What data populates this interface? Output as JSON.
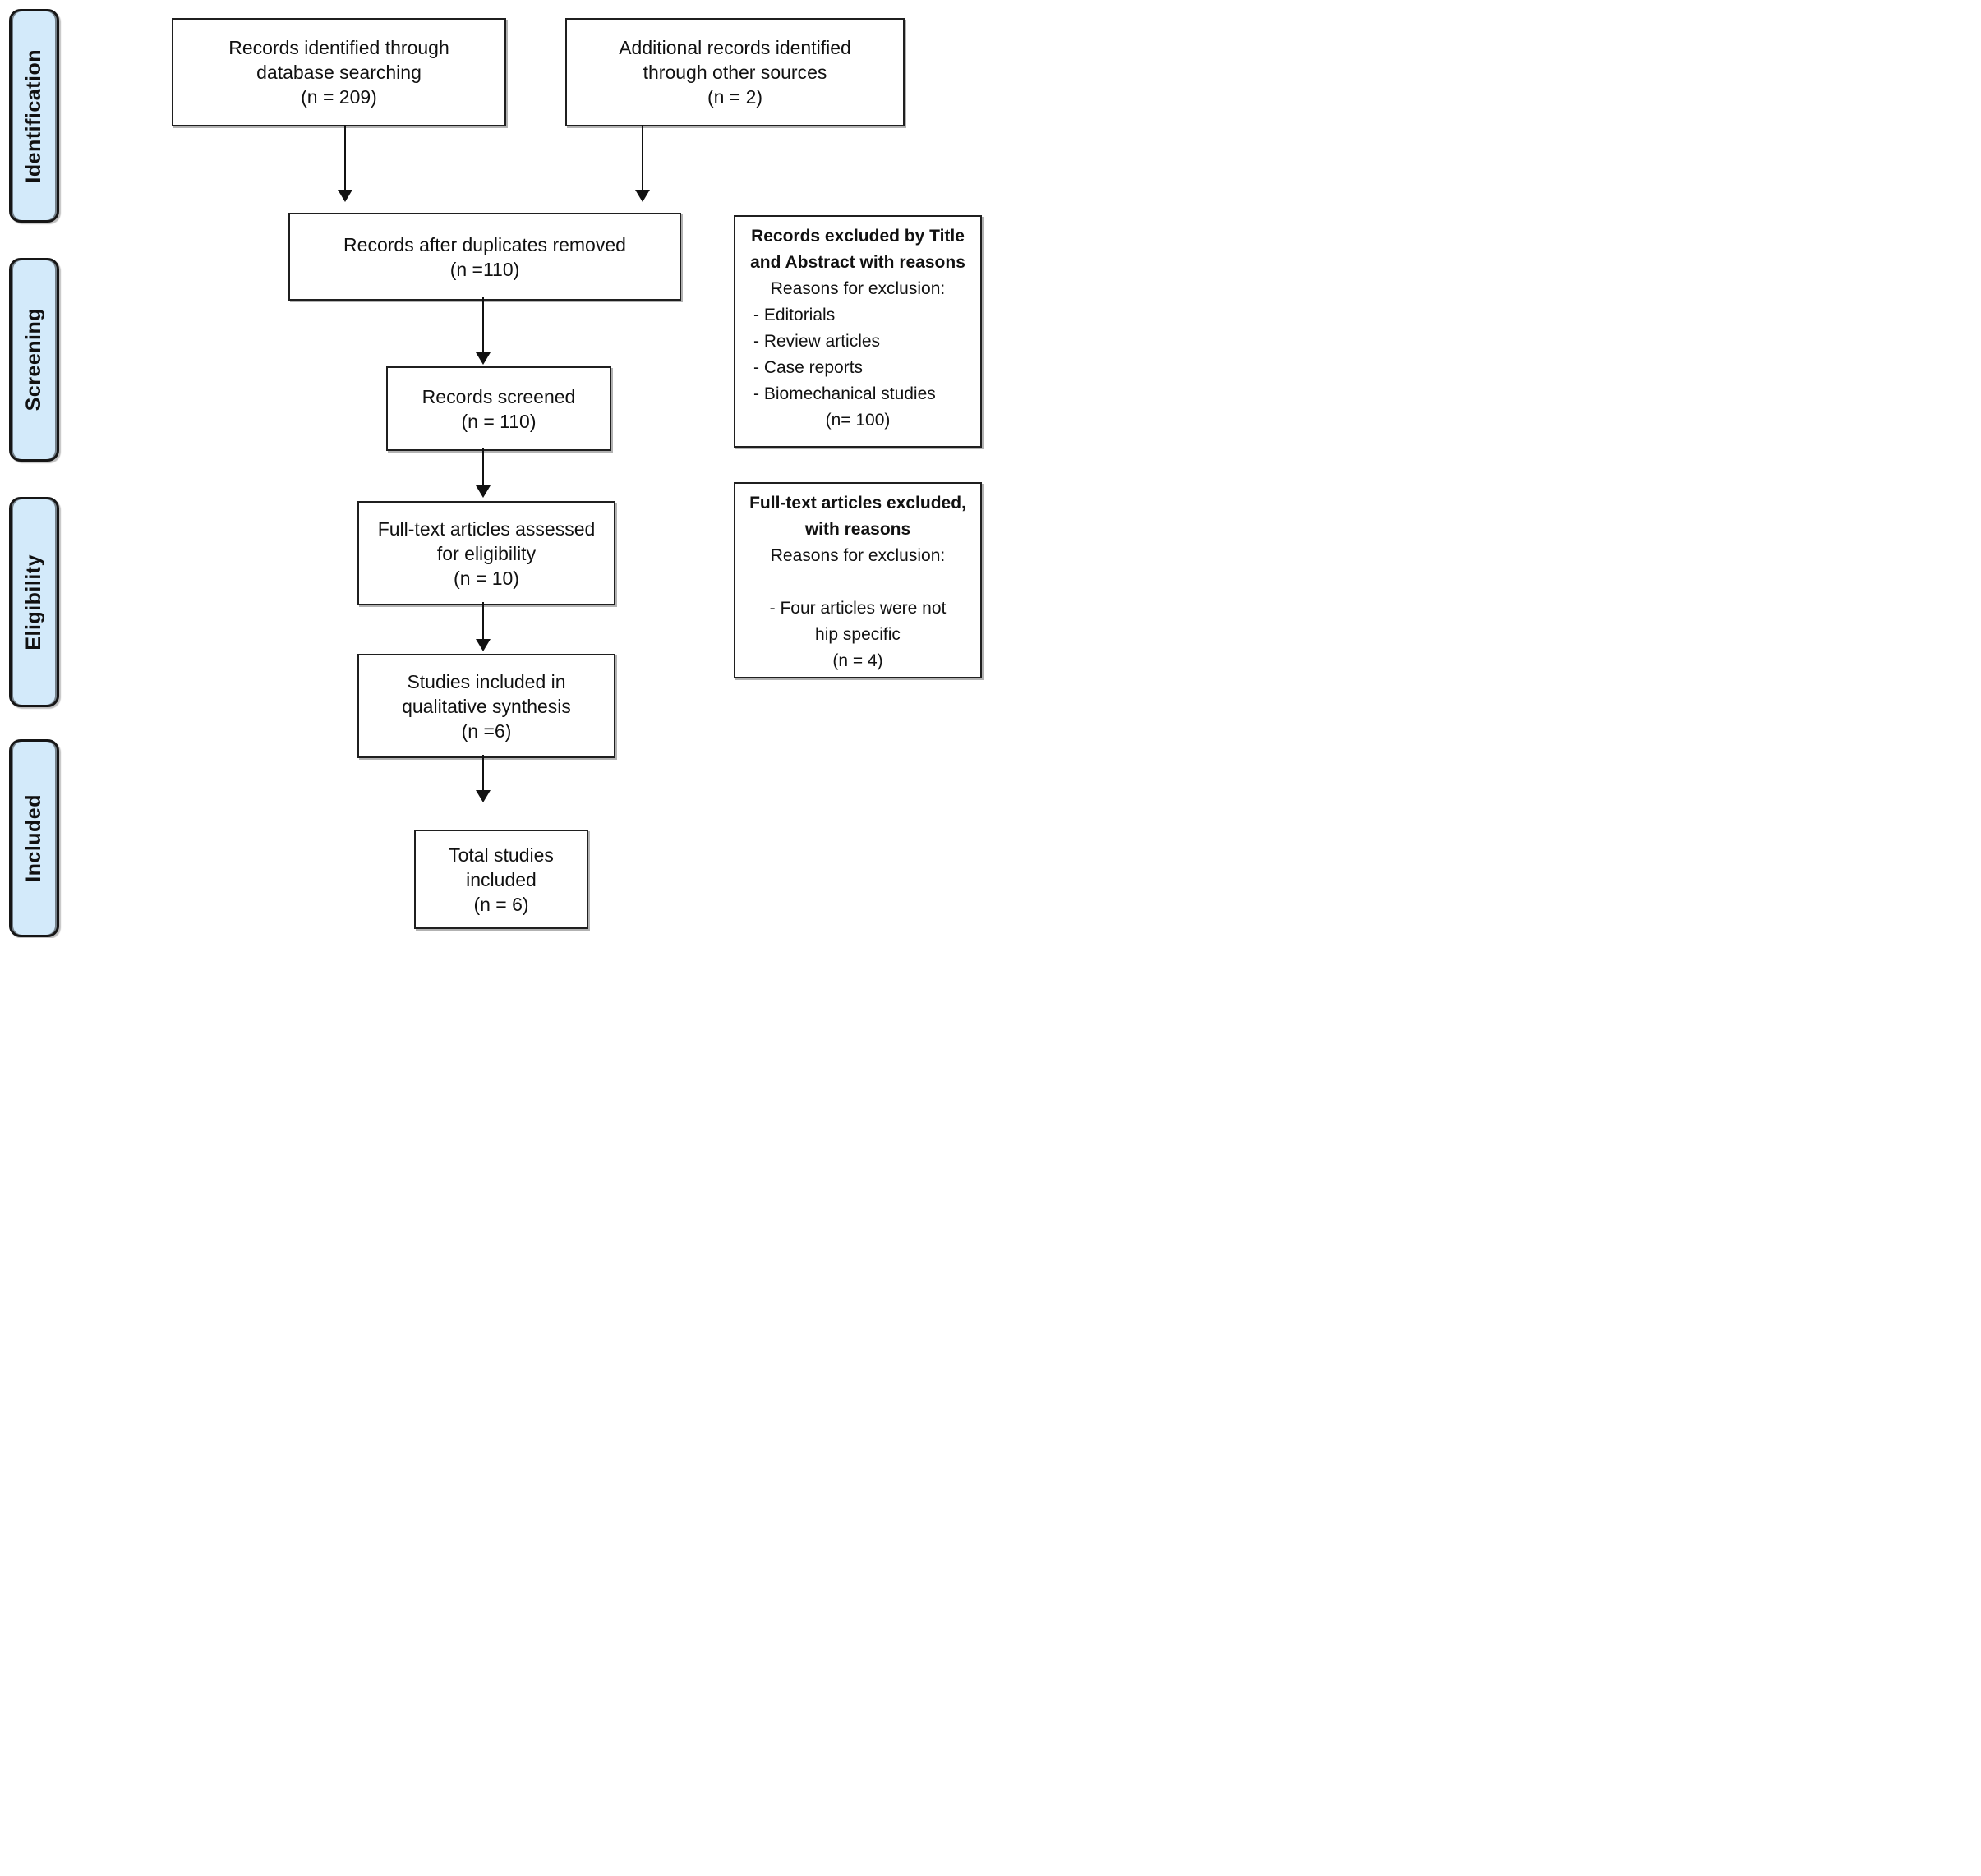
{
  "colors": {
    "stage_fill": "#d3eafa",
    "box_border": "#1f1f1f",
    "arrow": "#111111",
    "background": "#ffffff"
  },
  "sidebar": {
    "stages": [
      "Identification",
      "Screening",
      "Eligibility",
      "Included"
    ]
  },
  "flow": {
    "identified": {
      "lines": [
        "Records identified through",
        "database searching",
        "(n = 209)"
      ]
    },
    "additional": {
      "lines": [
        "Additional records identified",
        "through other sources",
        "(n = 2)"
      ]
    },
    "deduped": {
      "lines": [
        "Records after duplicates removed",
        "(n =110)"
      ]
    },
    "screened": {
      "lines": [
        "Records screened",
        "(n = 110)"
      ]
    },
    "fulltext": {
      "lines": [
        "Full-text articles assessed",
        "for eligibility",
        "(n = 10)"
      ]
    },
    "qualitative": {
      "lines": [
        "Studies included in",
        "qualitative synthesis",
        "(n =6)"
      ]
    },
    "total": {
      "lines": [
        "Total studies",
        "included",
        "(n = 6)"
      ]
    }
  },
  "exclusions": {
    "title_abstract": {
      "title_lines": [
        "Records excluded by Title",
        "and Abstract with reasons"
      ],
      "subtitle": "Reasons for exclusion:",
      "reasons": [
        "- Editorials",
        "- Review articles",
        "- Case reports",
        "- Biomechanical studies"
      ],
      "count": "(n= 100)"
    },
    "full_text": {
      "title_lines": [
        "Full-text articles excluded,",
        "with reasons"
      ],
      "subtitle": "Reasons for exclusion:",
      "reason_lines": [
        "- Four articles were not",
        "hip specific"
      ],
      "count": "(n = 4)"
    }
  }
}
